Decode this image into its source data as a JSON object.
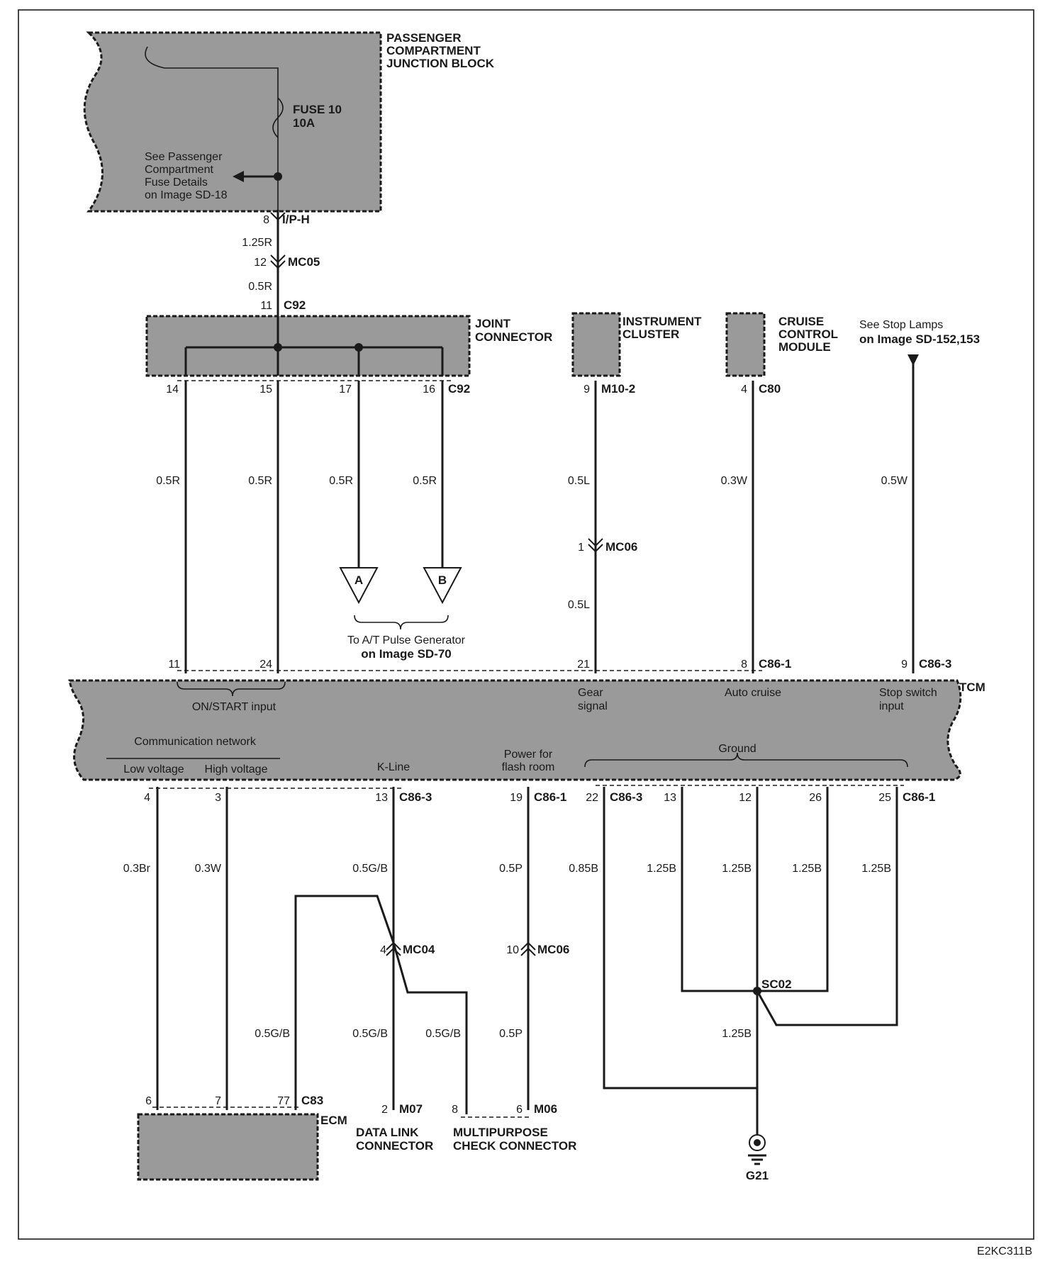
{
  "figure_id": "E2KC311B",
  "components": {
    "pcjb": [
      "PASSENGER",
      "COMPARTMENT",
      "JUNCTION BLOCK"
    ],
    "fuse": [
      "FUSE 10",
      "10A"
    ],
    "fuse_details": [
      "See Passenger",
      "Compartment",
      "Fuse Details",
      "on Image SD-18"
    ],
    "joint_connector": [
      "JOINT",
      "CONNECTOR"
    ],
    "instrument_cluster": [
      "INSTRUMENT",
      "CLUSTER"
    ],
    "cruise_module": [
      "CRUISE",
      "CONTROL",
      "MODULE"
    ],
    "stop_lamps": [
      "See Stop Lamps",
      "on Image SD-152,153"
    ],
    "tcm": "TCM",
    "ecm": "ECM",
    "data_link": [
      "DATA LINK",
      "CONNECTOR"
    ],
    "multipurpose": [
      "MULTIPURPOSE",
      "CHECK CONNECTOR"
    ],
    "ground": "G21",
    "pulse_gen": [
      "To A/T Pulse Generator",
      "on Image SD-70"
    ],
    "flag_a": "A",
    "flag_b": "B"
  },
  "connectors": {
    "ip_h": "I/P-H",
    "mc05": "MC05",
    "c92": "C92",
    "m10_2": "M10-2",
    "c80": "C80",
    "mc06": "MC06",
    "c86_1": "C86-1",
    "c86_3": "C86-3",
    "mc04": "MC04",
    "c83": "C83",
    "m07": "M07",
    "m06": "M06",
    "sc02": "SC02"
  },
  "pins": {
    "p8": "8",
    "p12": "12",
    "p11": "11",
    "p14": "14",
    "p15": "15",
    "p17": "17",
    "p16": "16",
    "p9": "9",
    "p4c80": "4",
    "p1": "1",
    "t11": "11",
    "t24": "24",
    "t21": "21",
    "t8": "8",
    "t9": "9",
    "b4": "4",
    "b3": "3",
    "b13": "13",
    "b19": "19",
    "b22": "22",
    "b13g": "13",
    "b12": "12",
    "b26": "26",
    "b25": "25",
    "mc04_4": "4",
    "mc06_10": "10",
    "e6": "6",
    "e7": "7",
    "e77": "77",
    "dlc2": "2",
    "mpc8": "8",
    "mpc6": "6"
  },
  "wires": {
    "w125r": "1.25R",
    "w05r_a": "0.5R",
    "w05r_1": "0.5R",
    "w05r_2": "0.5R",
    "w05r_3": "0.5R",
    "w05r_4": "0.5R",
    "w05l_1": "0.5L",
    "w05l_2": "0.5L",
    "w03w": "0.3W",
    "w05w": "0.5W",
    "w03br": "0.3Br",
    "w03w_b": "0.3W",
    "w05gb_1": "0.5G/B",
    "w05gb_2": "0.5G/B",
    "w05gb_3": "0.5G/B",
    "w05gb_4": "0.5G/B",
    "w05p_1": "0.5P",
    "w05p_2": "0.5P",
    "w085b": "0.85B",
    "w125b_1": "1.25B",
    "w125b_2": "1.25B",
    "w125b_3": "1.25B",
    "w125b_4": "1.25B",
    "w125b_5": "1.25B"
  },
  "tcm_labels": {
    "on_start": "ON/START input",
    "gear": [
      "Gear",
      "signal"
    ],
    "auto_cruise": "Auto cruise",
    "stop_switch": [
      "Stop switch",
      "input"
    ],
    "comm_network": "Communication network",
    "low_voltage": "Low voltage",
    "high_voltage": "High voltage",
    "k_line": "K-Line",
    "power_flash": [
      "Power for",
      "flash room"
    ],
    "ground": "Ground"
  }
}
